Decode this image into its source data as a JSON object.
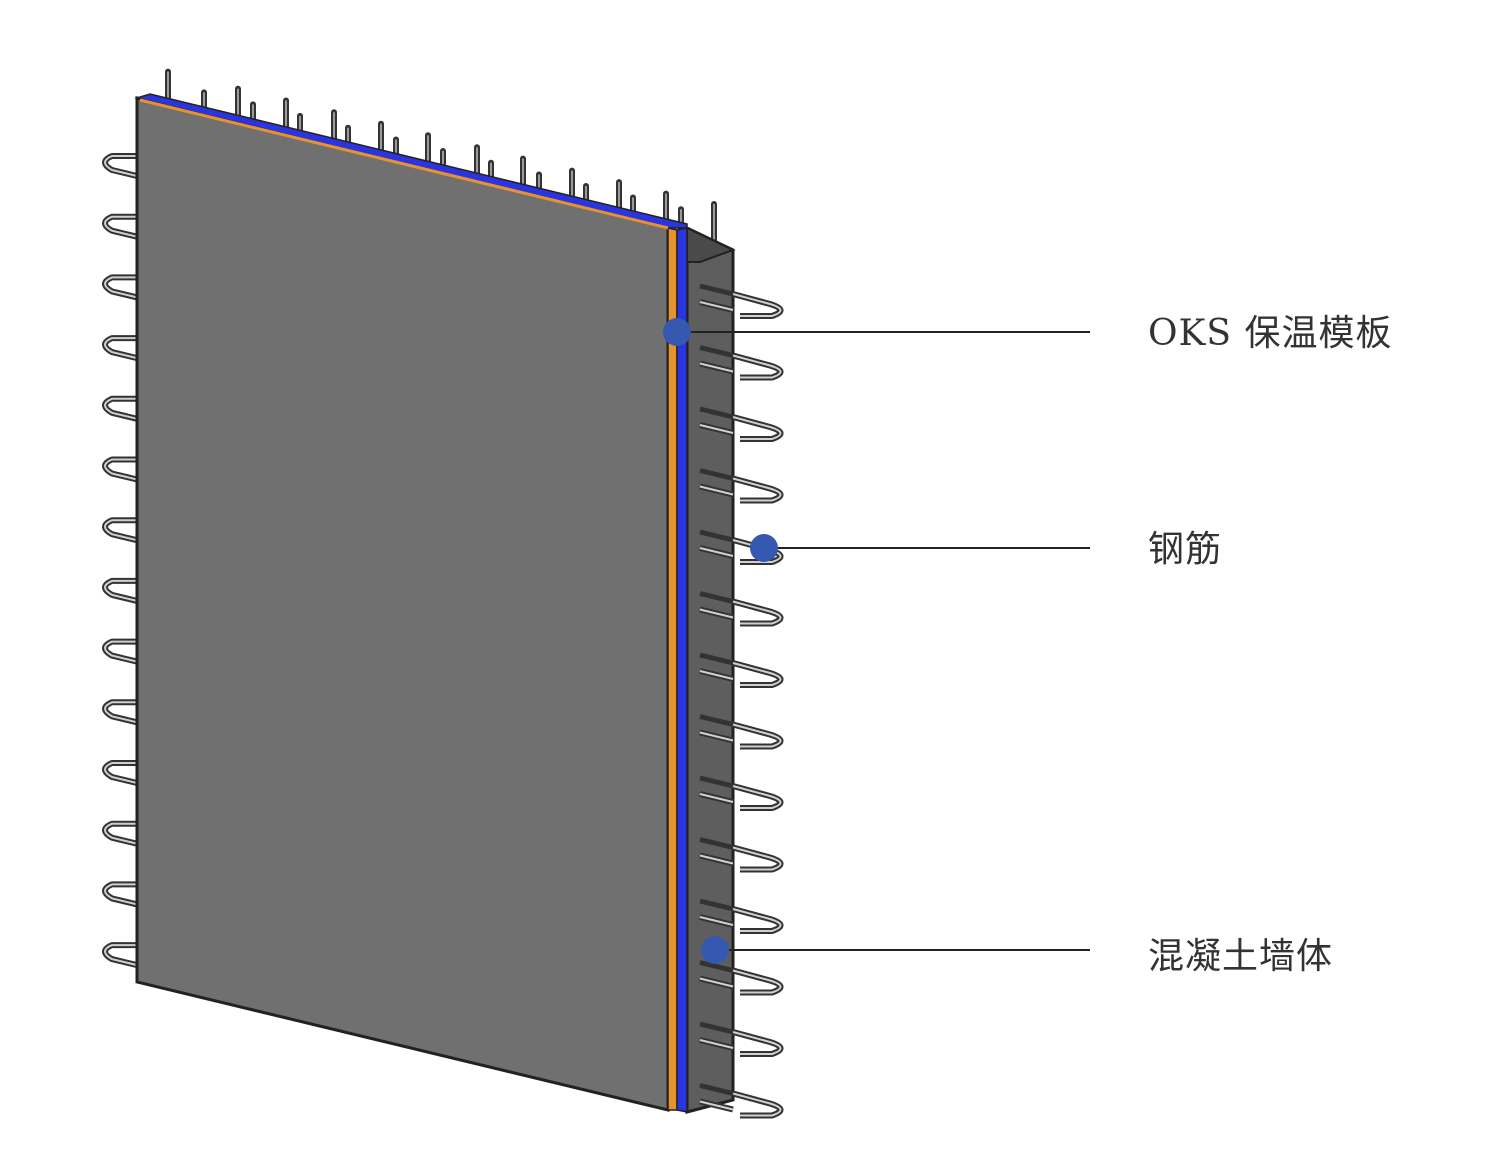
{
  "labels": [
    {
      "text": "OKS 保温模板",
      "target": "insulation-formwork"
    },
    {
      "text": "钢筋",
      "target": "rebar"
    },
    {
      "text": "混凝土墙体",
      "target": "concrete-wall"
    }
  ],
  "colors": {
    "concrete": "#707070",
    "concrete_side": "#5e5e5e",
    "insulation_orange": "#e8922e",
    "insulation_blue": "#2a35e0",
    "marker": "#3558b0",
    "leader": "#222222"
  }
}
